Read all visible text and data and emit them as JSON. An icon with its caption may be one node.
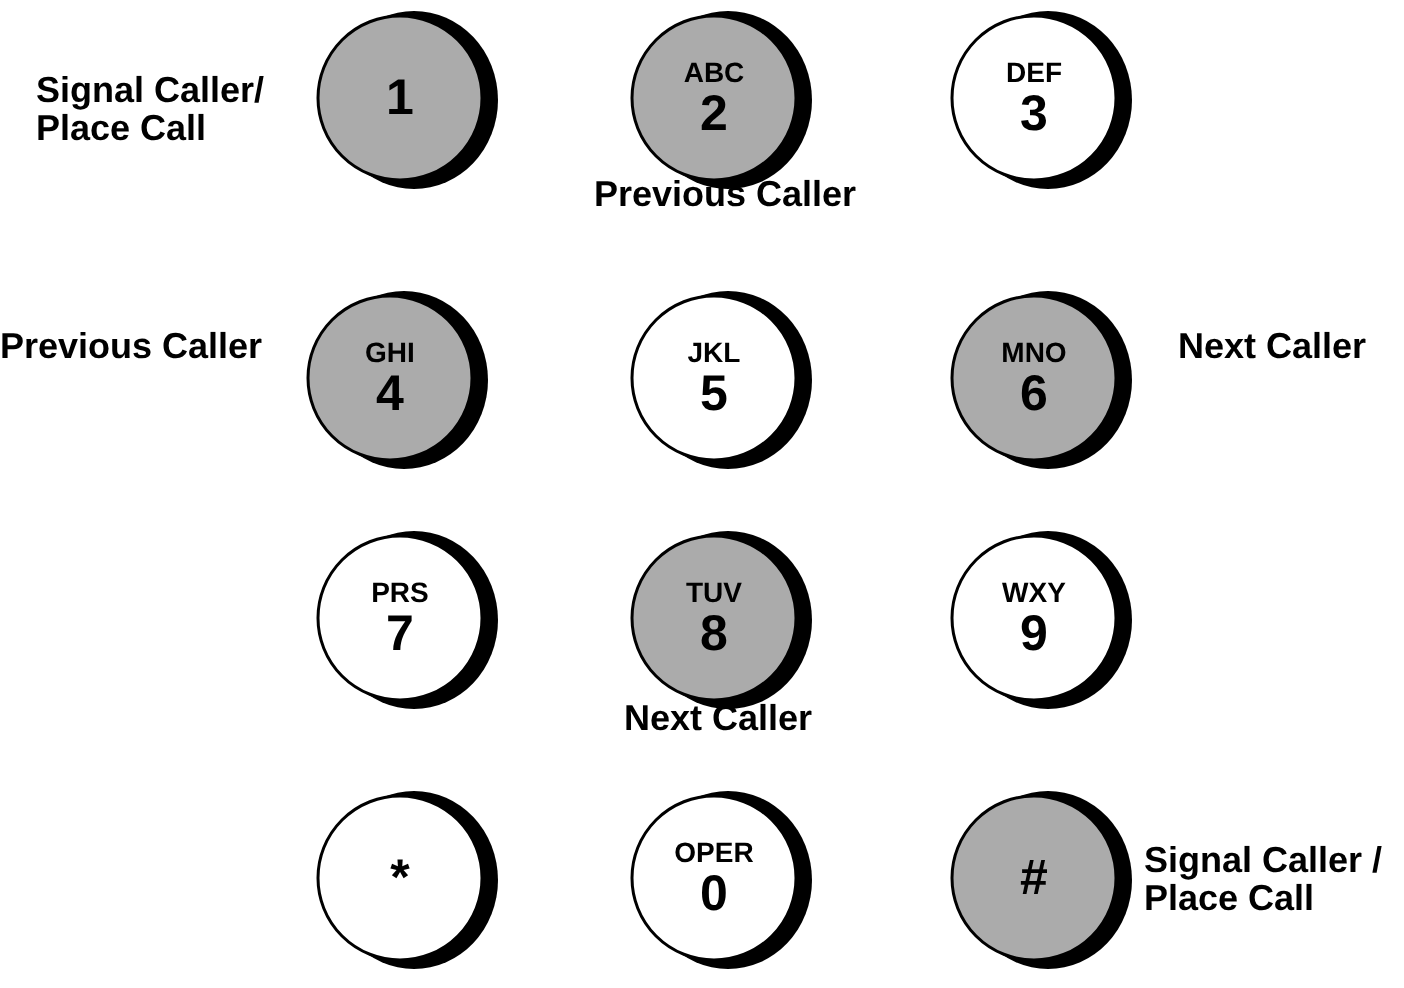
{
  "diagram": {
    "nodes": [
      {
        "text": [
          "1"
        ],
        "beside": [
          "Signal Caller/ Place Call"
        ]
      },
      {
        "text": [
          "ABC",
          "2"
        ],
        "beside": [
          "Previous Caller"
        ]
      },
      {
        "text": [
          "DEF",
          "3"
        ]
      },
      {
        "text": [
          "GHI",
          "4"
        ],
        "beside": [
          "Previous Caller"
        ]
      },
      {
        "text": [
          "JKL",
          "5"
        ]
      },
      {
        "text": [
          "MNO",
          "6"
        ],
        "beside": [
          "Next Caller"
        ]
      },
      {
        "text": [
          "PRS",
          "7"
        ]
      },
      {
        "text": [
          "TUV",
          "8"
        ],
        "beside": [
          "Next Caller"
        ]
      },
      {
        "text": [
          "WXY",
          "9"
        ]
      },
      {
        "text": [
          "*"
        ]
      },
      {
        "text": [
          "OPER",
          "0"
        ]
      },
      {
        "text": [
          "#"
        ],
        "beside": [
          "Signal Caller / Place Call"
        ]
      }
    ]
  }
}
